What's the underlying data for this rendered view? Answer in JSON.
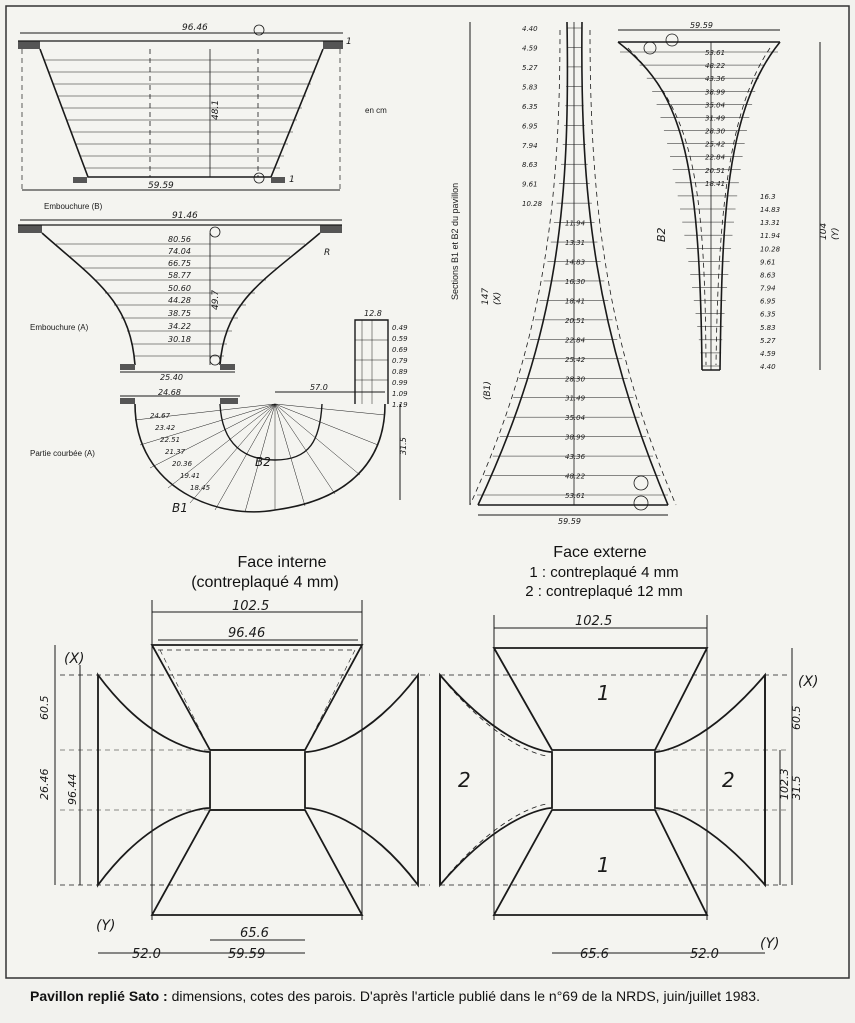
{
  "caption": {
    "title": "Pavillon replié Sato :",
    "text": "dimensions, cotes des parois. D'après l'article publié dans le n°69 de la NRDS, juin/juillet 1983."
  },
  "labels": {
    "unit": "en cm",
    "embouchure_b": "Embouchure (B)",
    "embouchure_a": "Embouchure (A)",
    "partie_courbee": "Partie courbée (A)",
    "sections": "Sections B1 et B2 du pavillon",
    "b1": "(B1)",
    "b2": "B2",
    "b1_short": "B1",
    "b2_short": "B2",
    "x_mark": "(X)",
    "y_mark": "(Y)",
    "one": "1",
    "two": "2",
    "circle_1": "①",
    "circle_2": "②"
  },
  "face_interne": {
    "title": "Face interne",
    "subtitle": "(contreplaqué 4 mm)",
    "dim_top": "102.5",
    "dim_top2": "96.46",
    "dim_left1": "60.5",
    "dim_left2": "26.46",
    "dim_left3": "96.44",
    "dim_bottom1": "52.0",
    "dim_bottom2": "65.6",
    "dim_bottom3": "59.59"
  },
  "face_externe": {
    "title": "Face externe",
    "line1": "1 : contreplaqué 4 mm",
    "line2": "2 : contreplaqué 12 mm",
    "dim_top": "102.5",
    "dim_right1": "60.5",
    "dim_right2": "102.3",
    "dim_right3": "31.5",
    "dim_bottom1": "65.6",
    "dim_bottom2": "52.0"
  },
  "embouchure_b_dims": {
    "top": "96.46",
    "bottom": "59.59",
    "height": "48.1",
    "ticks": [
      "1",
      "1"
    ]
  },
  "embouchure_a_dims": {
    "top": "91.46",
    "values": [
      "80.56",
      "74.04",
      "66.75",
      "58.77",
      "50.60",
      "44.28",
      "38.75",
      "34.22",
      "30.18"
    ],
    "bottom1": "25.40",
    "bottom2": "24.68",
    "height": "49.7",
    "side": "R"
  },
  "partie_courbee_dims": {
    "values": [
      "24.67",
      "23.42",
      "22.51",
      "21.37",
      "20.36",
      "19.41",
      "18.45"
    ],
    "radius": "57.0",
    "height": "31.5",
    "top": "12.8",
    "right_values": [
      "0.49",
      "0.59",
      "0.69",
      "0.79",
      "0.89",
      "0.99",
      "1.09",
      "1.19"
    ]
  },
  "section_b1": {
    "values": [
      "4.40",
      "4.59",
      "5.27",
      "5.83",
      "6.35",
      "6.95",
      "7.94",
      "8.63",
      "9.61",
      "10.28",
      "11.94",
      "13.31",
      "14.83",
      "16.30",
      "18.41",
      "20.51",
      "22.84",
      "25.42",
      "28.30",
      "31.49",
      "35.04",
      "38.99",
      "43.36",
      "48.22",
      "53.61"
    ],
    "bottom": "59.59",
    "height": "147",
    "x_mark": "(X)"
  },
  "section_b2": {
    "top": "59.59",
    "values": [
      "53.61",
      "48.22",
      "43.36",
      "38.99",
      "35.04",
      "31.49",
      "28.30",
      "25.42",
      "22.84",
      "20.51",
      "18.41",
      "16.3",
      "14.83",
      "13.31",
      "11.94",
      "10.28",
      "9.61",
      "8.63",
      "7.94",
      "6.95",
      "6.35",
      "5.83",
      "5.27",
      "4.59",
      "4.40"
    ],
    "height": "104",
    "y_mark": "(Y)"
  }
}
